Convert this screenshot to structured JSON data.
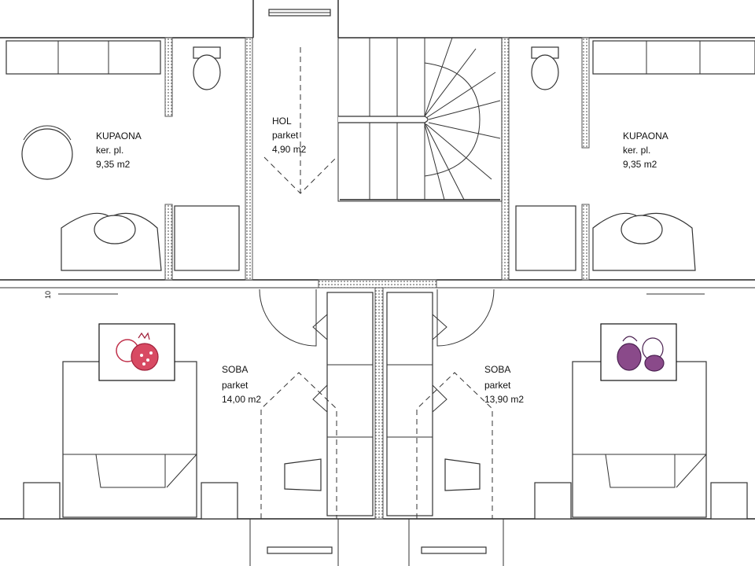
{
  "rooms": {
    "bath_left": {
      "name": "KUPAONA",
      "floor": "ker. pl.",
      "area": "9,35 m2"
    },
    "hall": {
      "name": "HOL",
      "floor": "parket",
      "area": "4,90 m2"
    },
    "bath_right": {
      "name": "KUPAONA",
      "floor": "ker. pl.",
      "area": "9,35 m2"
    },
    "room_left": {
      "name": "SOBA",
      "floor": "parket",
      "area": "14,00 m2"
    },
    "room_right": {
      "name": "SOBA",
      "floor": "parket",
      "area": "13,90 m2"
    }
  },
  "pictures": {
    "left": {
      "icon": "pomegranate-icon",
      "color": "#c0304a"
    },
    "right": {
      "icon": "fig-icon",
      "color": "#6b3a6e"
    }
  },
  "colors": {
    "line": "#222222",
    "background": "#ffffff"
  }
}
